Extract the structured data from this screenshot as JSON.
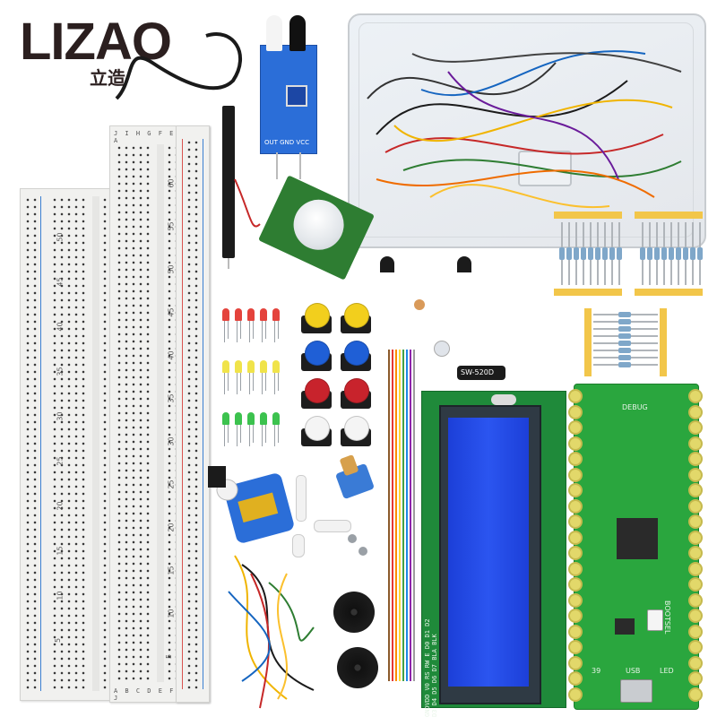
{
  "brand": {
    "name": "LIZAO",
    "subtitle": "立造"
  },
  "breadboard_labels": {
    "numbers": [
      "5",
      "10",
      "15",
      "20",
      "25",
      "30",
      "35",
      "40",
      "45",
      "50",
      "55",
      "60"
    ],
    "left_numbers": [
      "5",
      "10",
      "15",
      "20",
      "25",
      "30",
      "35",
      "40",
      "45",
      "50"
    ],
    "letters_top": "J I H G F   E D C B A",
    "letters_bottom": "A B C D E   F G H I J"
  },
  "sensor_board_label": "OUT GND VCC",
  "tilt_switch_label": "SW-520D",
  "lcd_pin_labels": "GNDVDD V0 RS RW E D0 D1 D2 D3 D4 D5 D6 D7 BLA BLK",
  "pico_labels": {
    "top": "DEBUG",
    "button": "BOOTSEL",
    "usb": "USB",
    "led": "LED",
    "pin": "39"
  },
  "colors": {
    "lcd_board": "#1f8a3a",
    "lcd_screen": "#2b55f0",
    "pico_board": "#2aa63e",
    "button_yellow": "#f2cf1d",
    "button_blue": "#1f5fd6",
    "button_red": "#c8232c",
    "button_white": "#f4f4f4",
    "led_red": "#e4433c",
    "led_yellow": "#f0e34a",
    "led_green": "#3cc24e",
    "servo_blue": "#2b6ed8",
    "tape": "#f2c64a"
  }
}
